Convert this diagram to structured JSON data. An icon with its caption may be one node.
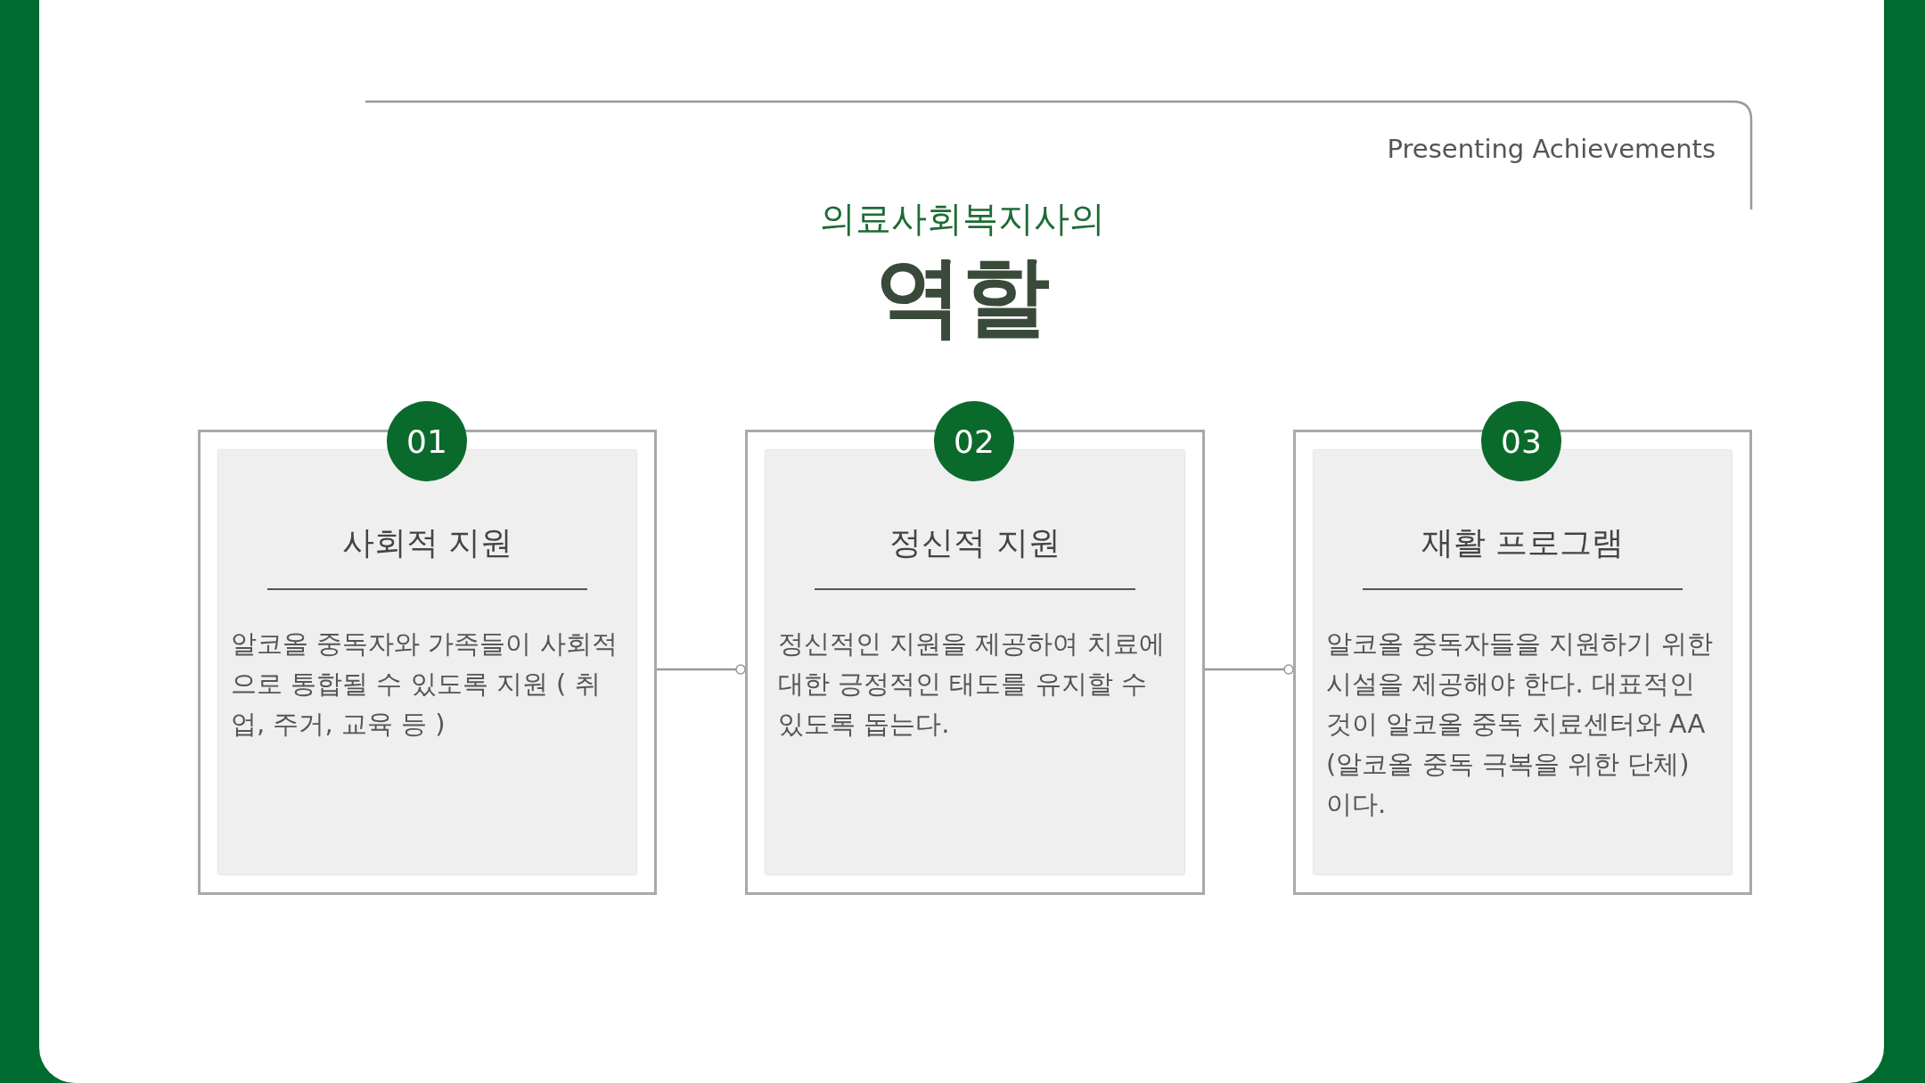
{
  "diagram": {
    "title": "역할",
    "nodes": [
      {
        "text": [
          "01"
        ]
      },
      {
        "text": [
          "사회적 지원",
          "알코올 중독자와 가족들이 사회적으로 통합될 수 있도록 지원 ( 취업, 주거, 교육 등 )"
        ]
      },
      {
        "text": [
          "02"
        ]
      },
      {
        "text": [
          "정신적 지원",
          "정신적인 지원을 제공하여 치료에 대한 긍정적인 태도를 유지할 수 있도록 돕는다."
        ]
      },
      {
        "text": [
          "03"
        ]
      },
      {
        "text": [
          "재활 프로그램",
          "알코올 중독자들을 지원하기 위한 시설을 제공해야 한다. 대표적인 것이 알코올 중독 치료센터와 AA (알코올 중독 극복을 위한 단체)이다."
        ]
      }
    ],
    "edges": [
      {
        "from": 1,
        "to": 3,
        "arrow": "other"
      },
      {
        "from": 3,
        "to": 5,
        "arrow": "other"
      }
    ],
    "labels": [
      "Presenting Achievements",
      "의료사회복지사의"
    ]
  }
}
